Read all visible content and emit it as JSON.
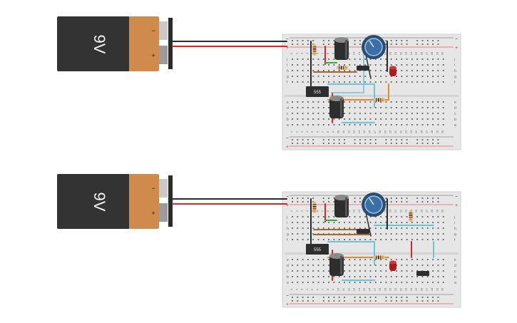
{
  "circuits": [
    {
      "battery": {
        "label": "9V",
        "neg_label": "−",
        "pos_label": "+"
      },
      "ic": {
        "label": "555"
      },
      "breadboard": {
        "rail_minus": "−",
        "rail_plus": "+",
        "row_letters_top": [
          "j",
          "i",
          "h",
          "g",
          "f"
        ],
        "row_letters_bottom": [
          "e",
          "d",
          "c",
          "b",
          "a"
        ],
        "columns": [
          "1",
          "2",
          "3",
          "4",
          "5",
          "6",
          "7",
          "8",
          "9",
          "10",
          "11",
          "12",
          "13",
          "14",
          "15",
          "16",
          "17",
          "18",
          "19",
          "20",
          "21",
          "22",
          "23",
          "24",
          "25",
          "26",
          "27",
          "28",
          "29",
          "30"
        ]
      }
    },
    {
      "battery": {
        "label": "9V",
        "neg_label": "−",
        "pos_label": "+"
      },
      "ic": {
        "label": "555"
      },
      "breadboard": {
        "rail_minus": "−",
        "rail_plus": "+",
        "row_letters_top": [
          "j",
          "i",
          "h",
          "g",
          "f"
        ],
        "row_letters_bottom": [
          "e",
          "d",
          "c",
          "b",
          "a"
        ],
        "columns": [
          "1",
          "2",
          "3",
          "4",
          "5",
          "6",
          "7",
          "8",
          "9",
          "10",
          "11",
          "12",
          "13",
          "14",
          "15",
          "16",
          "17",
          "18",
          "19",
          "20",
          "21",
          "22",
          "23",
          "24",
          "25",
          "26",
          "27",
          "28",
          "29",
          "30"
        ]
      }
    }
  ],
  "colors": {
    "battery_body": "#333333",
    "battery_cap": "#d08a4c",
    "breadboard": "#e6e6e6",
    "wire_red": "#d62828",
    "wire_black": "#2a2a2a",
    "wire_cyan": "#6cc4d4",
    "wire_orange": "#e3892a",
    "wire_green": "#3aa83a",
    "wire_brown": "#9a6a3a",
    "led": "#a81d1d",
    "pot": "#3a6fa8"
  }
}
